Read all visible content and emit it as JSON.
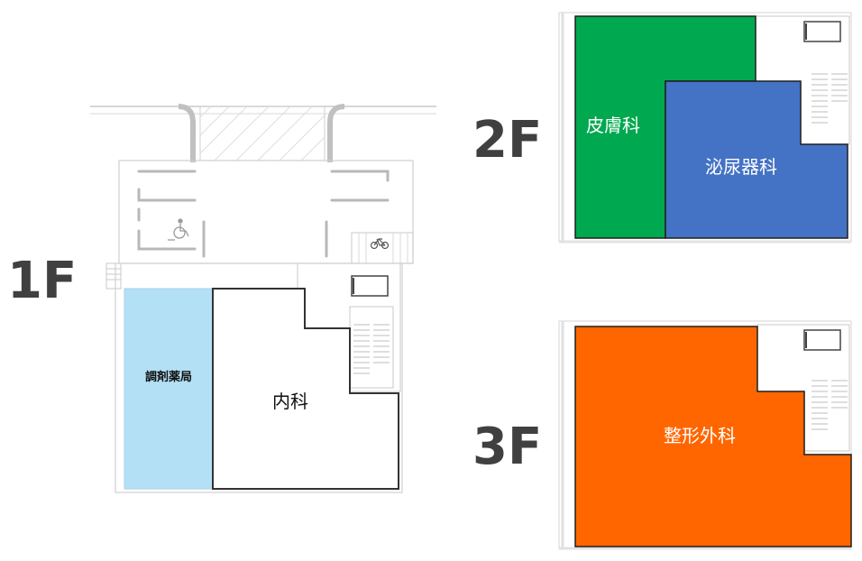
{
  "floors": [
    {
      "label": "1F",
      "rooms": [
        {
          "name": "調剤薬局",
          "color": "#b3e0f5"
        },
        {
          "name": "内科",
          "color": "#ffffff"
        }
      ]
    },
    {
      "label": "2F",
      "rooms": [
        {
          "name": "皮膚科",
          "color": "#00a94f"
        },
        {
          "name": "泌尿器科",
          "color": "#4472c4"
        }
      ]
    },
    {
      "label": "3F",
      "rooms": [
        {
          "name": "整形外科",
          "color": "#ff6600"
        }
      ]
    }
  ],
  "icons": [
    "wheelchair-icon",
    "bicycle-icon",
    "stairs-icon"
  ]
}
